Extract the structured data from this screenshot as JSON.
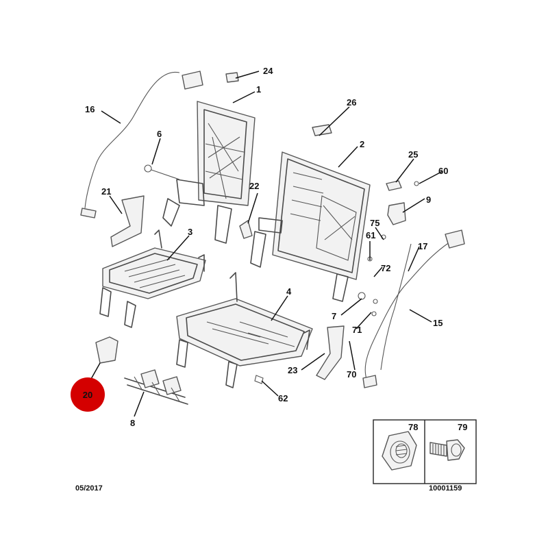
{
  "highlight_color": "#d40000",
  "callouts": {
    "c1": "1",
    "c2": "2",
    "c3": "3",
    "c4": "4",
    "c6": "6",
    "c7": "7",
    "c8": "8",
    "c9": "9",
    "c15": "15",
    "c16": "16",
    "c17": "17",
    "c20": "20",
    "c21": "21",
    "c22": "22",
    "c23": "23",
    "c24": "24",
    "c25": "25",
    "c26": "26",
    "c60": "60",
    "c61": "61",
    "c62": "62",
    "c70": "70",
    "c71": "71",
    "c72": "72",
    "c75": "75",
    "c78": "78",
    "c79": "79"
  },
  "footer": {
    "date": "05/2017",
    "reference": "10001159"
  }
}
